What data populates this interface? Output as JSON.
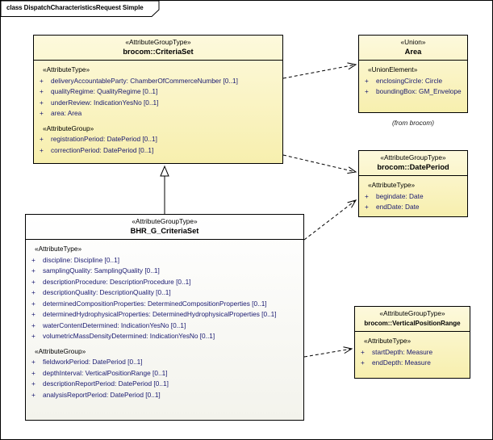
{
  "frame": {
    "title": "class DispatchCharacteristicsRequest Simple"
  },
  "symbols": {
    "public": "+"
  },
  "colors": {
    "class_fill": "#f9f2b8",
    "class_fill_alt": "#ffffff",
    "border": "#000000",
    "attribute_text": "#191970"
  },
  "classes": {
    "criteriaSet": {
      "stereotype": "«AttributeGroupType»",
      "name": "brocom::CriteriaSet",
      "attrTypeLabel": "«AttributeType»",
      "attrGroupLabel": "«AttributeGroup»",
      "attributes": [
        "deliveryAccountableParty: ChamberOfCommerceNumber [0..1]",
        "qualityRegime: QualityRegime [0..1]",
        "underReview: IndicationYesNo [0..1]",
        "area: Area"
      ],
      "groupAttributes": [
        "registrationPeriod: DatePeriod [0..1]",
        "correctionPeriod: DatePeriod [0..1]"
      ]
    },
    "area": {
      "stereotype": "«Union»",
      "name": "Area",
      "sectionLabel": "«UnionElement»",
      "attributes": [
        "enclosingCircle: Circle",
        "boundingBox: GM_Envelope"
      ],
      "note": "(from brocom)"
    },
    "datePeriod": {
      "stereotype": "«AttributeGroupType»",
      "name": "brocom::DatePeriod",
      "sectionLabel": "«AttributeType»",
      "attributes": [
        "begindate: Date",
        "endDate: Date"
      ]
    },
    "bhrCriteriaSet": {
      "stereotype": "«AttributeGroupType»",
      "name": "BHR_G_CriteriaSet",
      "attrTypeLabel": "«AttributeType»",
      "attrGroupLabel": "«AttributeGroup»",
      "attributes": [
        "discipline: Discipline [0..1]",
        "samplingQuality: SamplingQuality [0..1]",
        "descriptionProcedure: DescriptionProcedure [0..1]",
        "descriptionQuality: DescriptionQuality [0..1]",
        "determinedCompositionProperties: DeterminedCompositionProperties [0..1]",
        "determinedHydrophysicalProperties: DeterminedHydrophysicalProperties [0..1]",
        "waterContentDetermined: IndicationYesNo [0..1]",
        "volumetricMassDensityDetermined: IndicationYesNo [0..1]"
      ],
      "groupAttributes": [
        "fieldworkPeriod: DatePeriod [0..1]",
        "depthInterval: VerticalPositionRange [0..1]",
        "descriptionReportPeriod: DatePeriod [0..1]",
        "analysisReportPeriod: DatePeriod [0..1]"
      ]
    },
    "verticalPositionRange": {
      "stereotype": "«AttributeGroupType»",
      "name": "brocom::VerticalPositionRange",
      "sectionLabel": "«AttributeType»",
      "attributes": [
        "startDepth: Measure",
        "endDepth: Measure"
      ]
    }
  }
}
